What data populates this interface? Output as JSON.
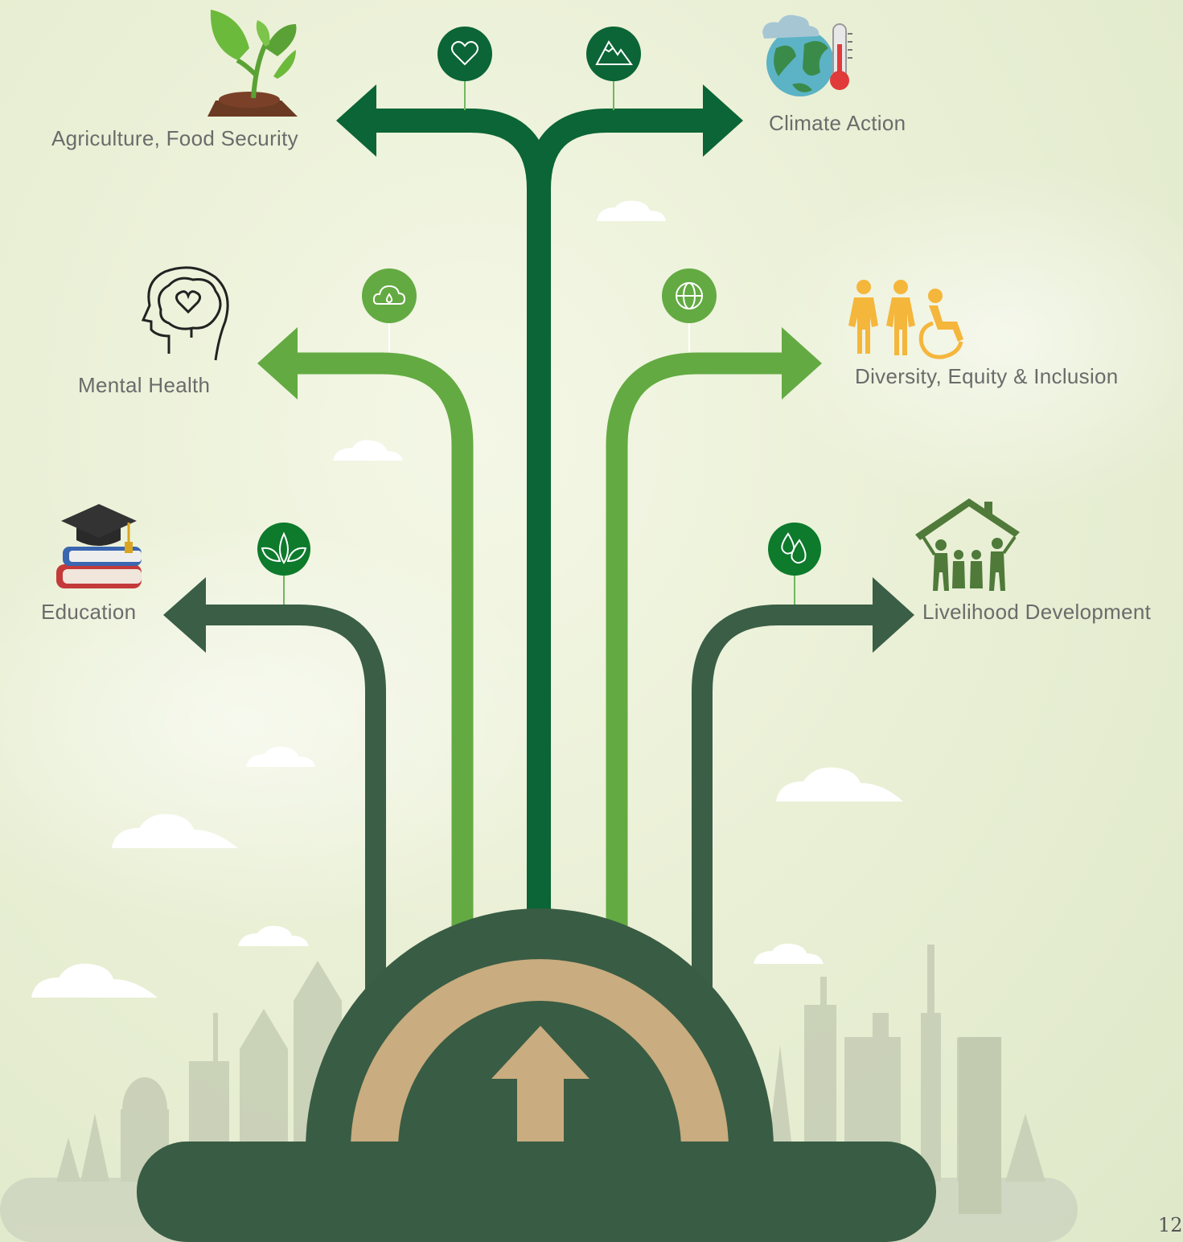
{
  "colors": {
    "dark_green": "#0b6536",
    "light_green": "#63aa42",
    "slate_green": "#3a5e46",
    "base_green": "#395c44",
    "tan": "#c9ac7f",
    "people_orange": "#f5b63c",
    "home_green": "#4f7a3a"
  },
  "branches": [
    {
      "id": "agriculture",
      "label": "Agriculture, Food Security",
      "icon": "heart-icon",
      "topic_icon": "sprout-icon"
    },
    {
      "id": "climate",
      "label": "Climate Action",
      "icon": "mountain-icon",
      "topic_icon": "globe-thermometer-icon"
    },
    {
      "id": "mental",
      "label": "Mental Health",
      "icon": "cloud-drop-icon",
      "topic_icon": "brain-heart-icon"
    },
    {
      "id": "diversity",
      "label": "Diversity, Equity & Inclusion",
      "icon": "globe-icon",
      "topic_icon": "people-wheelchair-icon"
    },
    {
      "id": "education",
      "label": "Education",
      "icon": "leaves-icon",
      "topic_icon": "graduation-books-icon"
    },
    {
      "id": "livelihood",
      "label": "Livelihood Development",
      "icon": "water-drops-icon",
      "topic_icon": "family-house-icon"
    }
  ],
  "page_number": "12"
}
